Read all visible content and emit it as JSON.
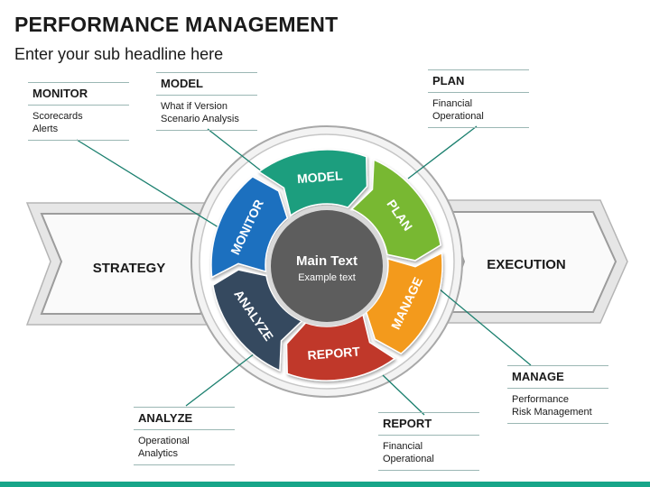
{
  "header": {
    "title": "PERFORMANCE MANAGEMENT",
    "subtitle": "Enter your sub headline here"
  },
  "arrows": {
    "left": "STRATEGY",
    "right": "EXECUTION"
  },
  "center": {
    "main": "Main Text",
    "sub": "Example text"
  },
  "segments": [
    {
      "label": "MODEL",
      "color": "#1f9e7e"
    },
    {
      "label": "PLAN",
      "color": "#78b833"
    },
    {
      "label": "MANAGE",
      "color": "#f39a1c"
    },
    {
      "label": "REPORT",
      "color": "#c0392b"
    },
    {
      "label": "ANALYZE",
      "color": "#34495e"
    },
    {
      "label": "MONITOR",
      "color": "#1d6fbf"
    }
  ],
  "callouts": {
    "monitor": {
      "title": "MONITOR",
      "lines": [
        "Scorecards",
        "Alerts"
      ]
    },
    "model": {
      "title": "MODEL",
      "lines": [
        "What if Version",
        "Scenario Analysis"
      ]
    },
    "plan": {
      "title": "PLAN",
      "lines": [
        "Financial",
        "Operational"
      ]
    },
    "manage": {
      "title": "MANAGE",
      "lines": [
        "Performance",
        "Risk Management"
      ]
    },
    "report": {
      "title": "REPORT",
      "lines": [
        "Financial",
        "Operational"
      ]
    },
    "analyze": {
      "title": "ANALYZE",
      "lines": [
        "Operational",
        "Analytics"
      ]
    }
  },
  "colors": {
    "leader": "#1a7f6e",
    "arrow_fill": "#f7f7f7",
    "arrow_border": "#b5b5b5",
    "hub_fill": "#5d5d5d",
    "bottom_bar": "#17a589"
  }
}
